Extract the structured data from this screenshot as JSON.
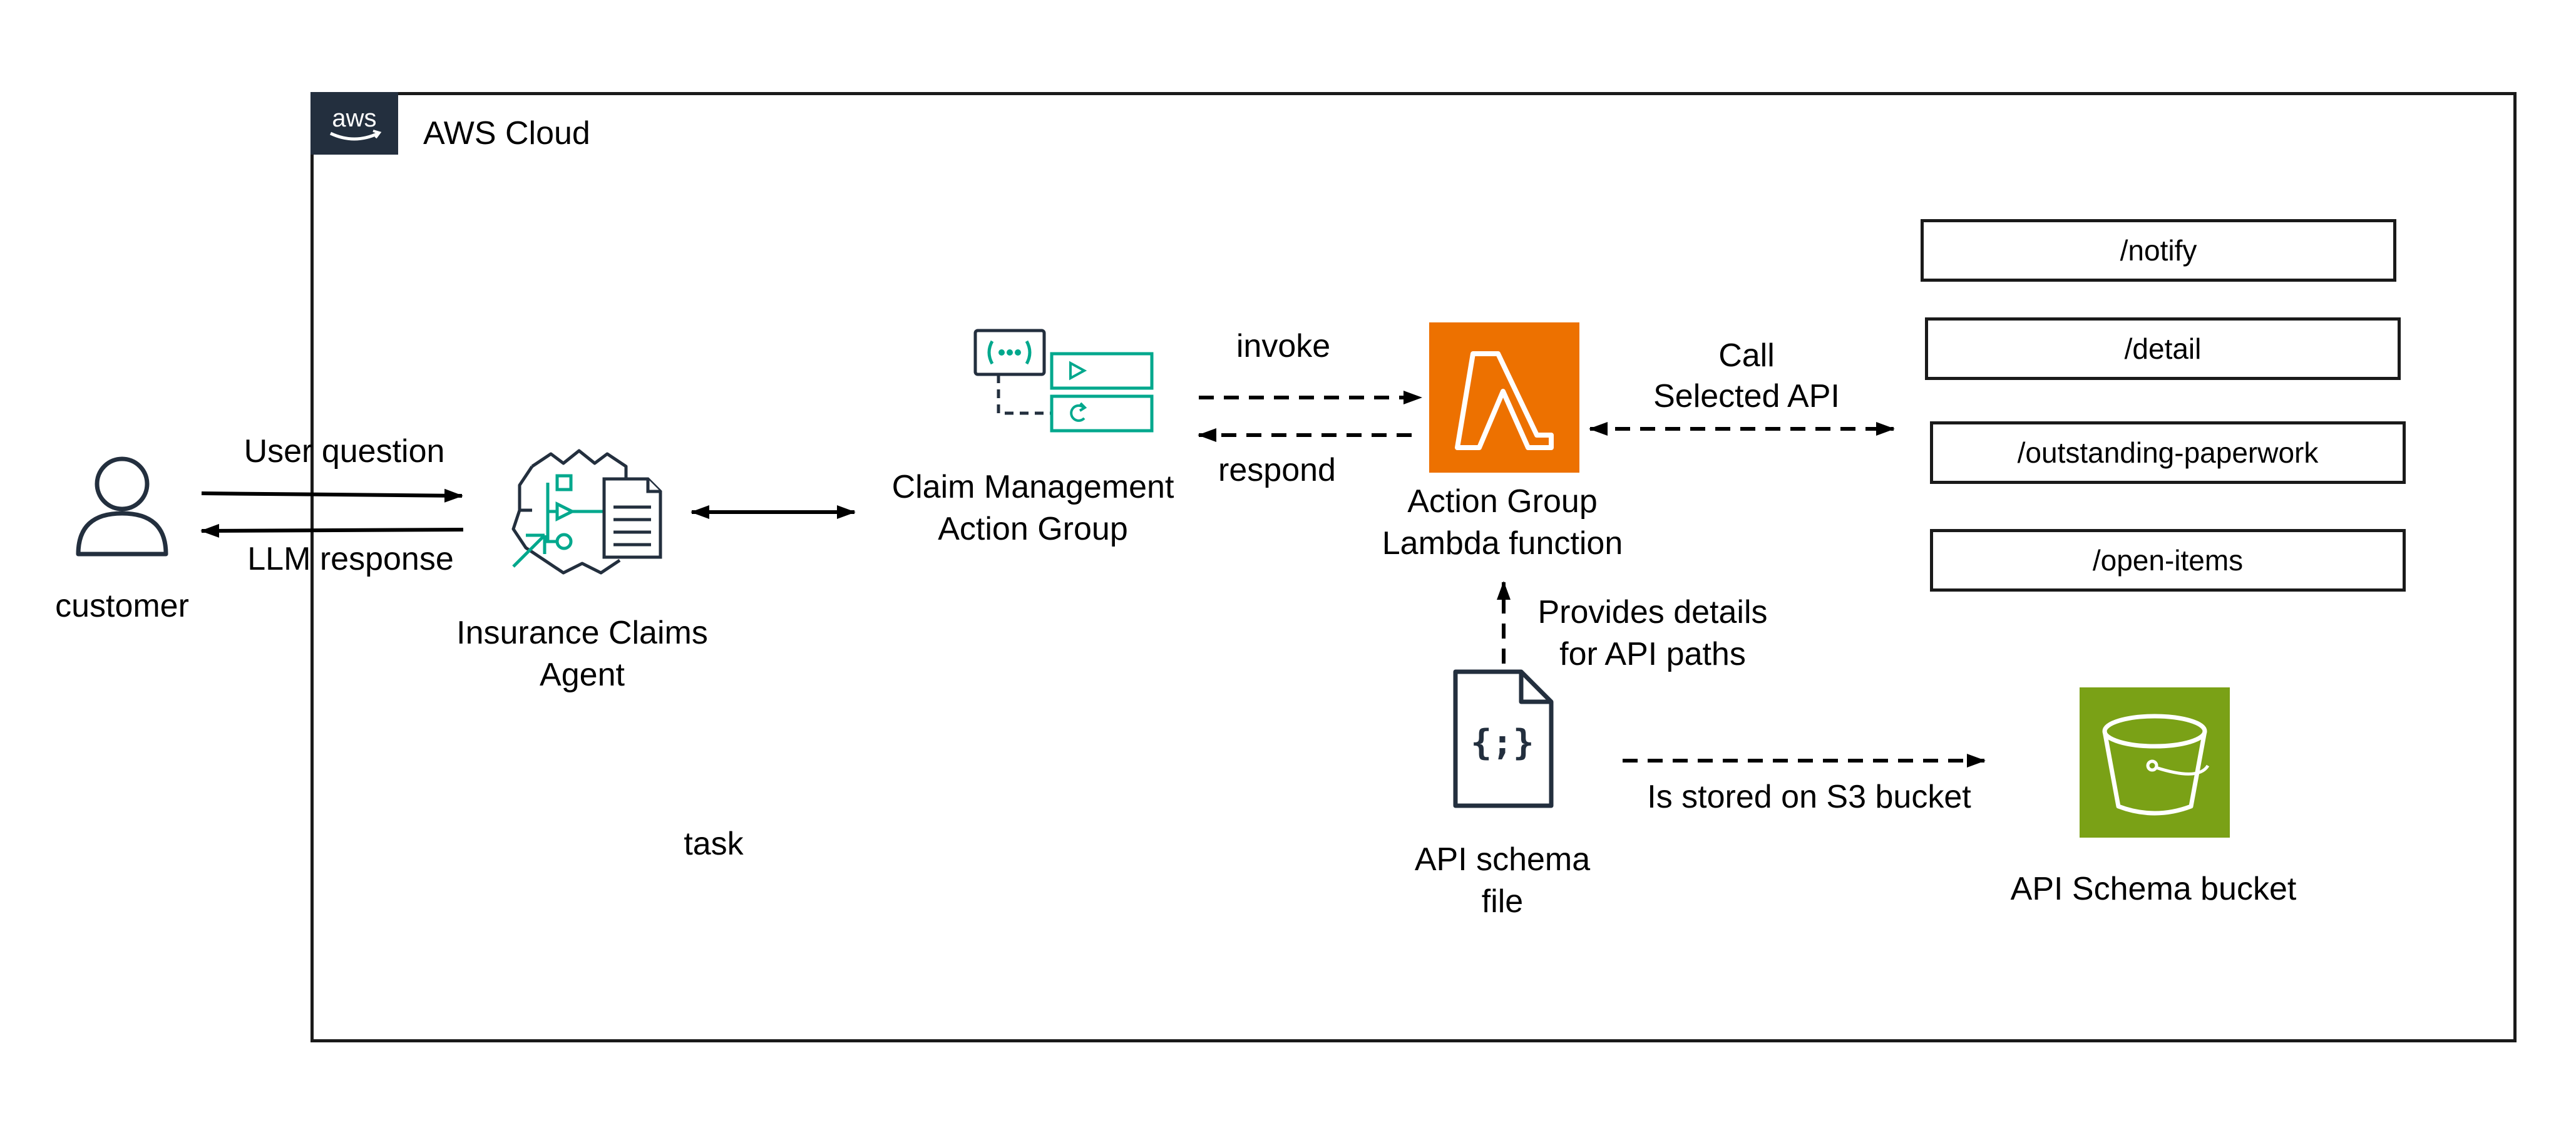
{
  "cloud": {
    "title": "AWS Cloud",
    "logo_text": "aws",
    "logo_icon": "aws-logo-icon"
  },
  "customer": {
    "label": "customer",
    "icon": "user-icon"
  },
  "flows": {
    "user_question": "User question",
    "llm_response": "LLM response",
    "invoke": "invoke",
    "respond": "respond",
    "call_api_line1": "Call",
    "call_api_line2": "Selected API",
    "provides_line1": "Provides details",
    "provides_line2": "for API paths",
    "stored_on": "Is stored on S3 bucket"
  },
  "agent": {
    "line1": "Insurance Claims",
    "line2": "Agent",
    "icon": "bedrock-agent-icon"
  },
  "task_label": "task",
  "action_group": {
    "line1": "Claim Management",
    "line2": "Action Group",
    "icon": "action-group-icon"
  },
  "lambda": {
    "line1": "Action Group",
    "line2": "Lambda function",
    "icon": "lambda-icon",
    "color": "#ED7100"
  },
  "api_paths": [
    "/notify",
    "/detail",
    "/outstanding-paperwork",
    "/open-items"
  ],
  "schema_file": {
    "line1": "API schema",
    "line2": "file",
    "icon": "json-file-icon"
  },
  "s3_bucket": {
    "label": "API Schema bucket",
    "icon": "s3-bucket-icon",
    "color": "#7AA116"
  },
  "colors": {
    "agent_teal": "#01A88D",
    "frame": "#1a1a1a",
    "aws_badge": "#232F3E"
  }
}
